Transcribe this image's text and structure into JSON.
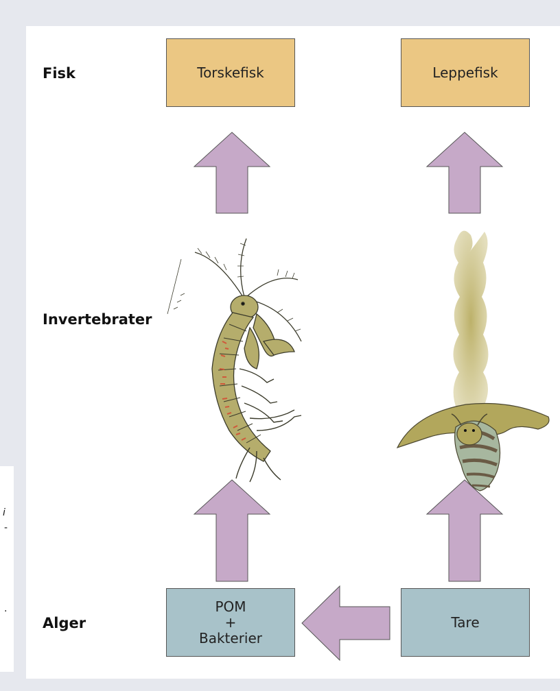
{
  "labels": {
    "fish": "Fisk",
    "invertebrates": "Invertebrater",
    "algae": "Alger"
  },
  "boxes": {
    "torskefisk": "Torskefisk",
    "leppefisk": "Leppefisk",
    "pom": "POM\n+\nBakterier",
    "tare": "Tare"
  },
  "edge_glyphs": [
    "i",
    "-",
    "."
  ],
  "colors": {
    "fish_box": "#ebc783",
    "algae_box": "#a8c2c9",
    "arrow": "#c6a9c8",
    "background": "#e6e8ee"
  },
  "illustrations": [
    "amphipod-illustration",
    "snail-illustration"
  ]
}
